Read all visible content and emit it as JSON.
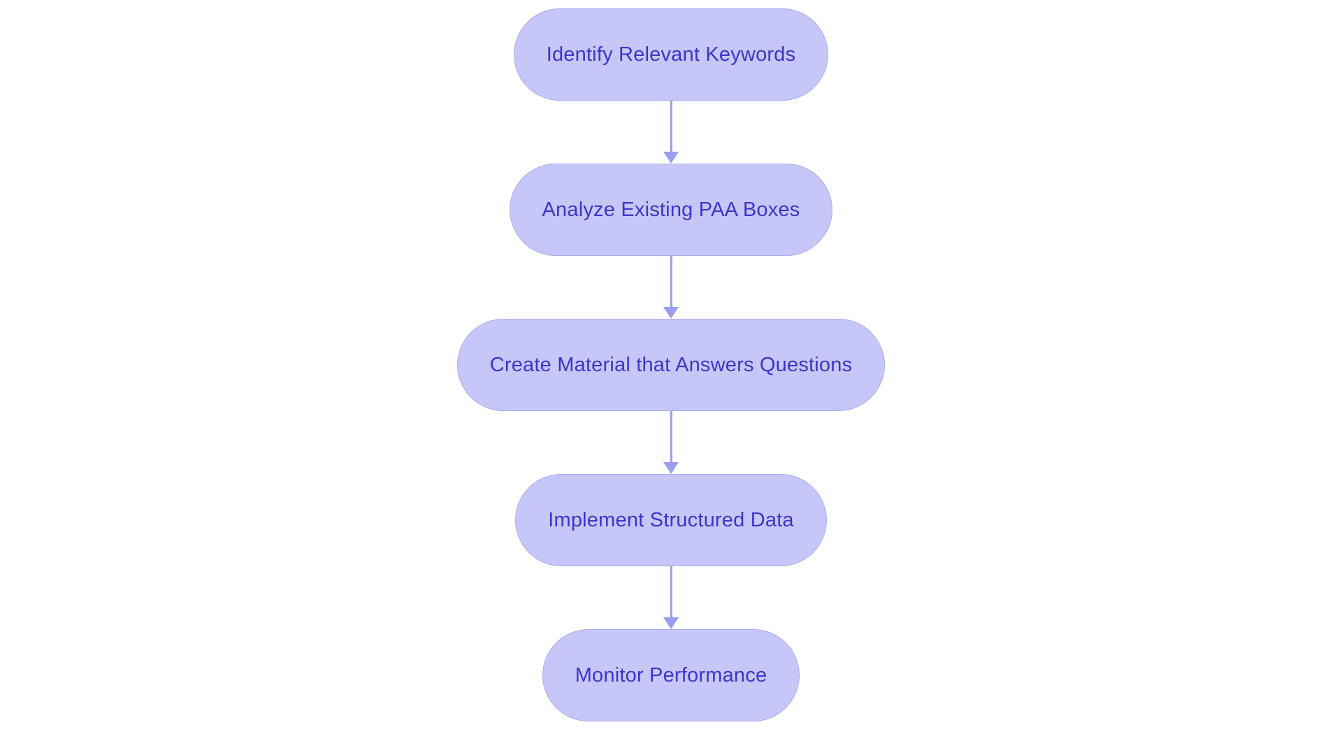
{
  "diagram": {
    "type": "flowchart",
    "orientation": "vertical-top-to-bottom",
    "background_color": "#ffffff",
    "node_fill_color": "#c6c7f8",
    "node_border_color": "#a9aaee",
    "node_text_color": "#3b36c9",
    "connector_color": "#9c9dee",
    "node_shape": "pill",
    "nodes": [
      {
        "id": "n1",
        "label": "Identify Relevant Keywords"
      },
      {
        "id": "n2",
        "label": "Analyze Existing PAA Boxes"
      },
      {
        "id": "n3",
        "label": "Create Material that Answers Questions"
      },
      {
        "id": "n4",
        "label": "Implement Structured Data"
      },
      {
        "id": "n5",
        "label": "Monitor Performance"
      }
    ],
    "edges": [
      {
        "from": "n1",
        "to": "n2",
        "arrow": "down-arrow-icon",
        "label": ""
      },
      {
        "from": "n2",
        "to": "n3",
        "arrow": "down-arrow-icon",
        "label": ""
      },
      {
        "from": "n3",
        "to": "n4",
        "arrow": "down-arrow-icon",
        "label": ""
      },
      {
        "from": "n4",
        "to": "n5",
        "arrow": "down-arrow-icon",
        "label": ""
      }
    ]
  }
}
